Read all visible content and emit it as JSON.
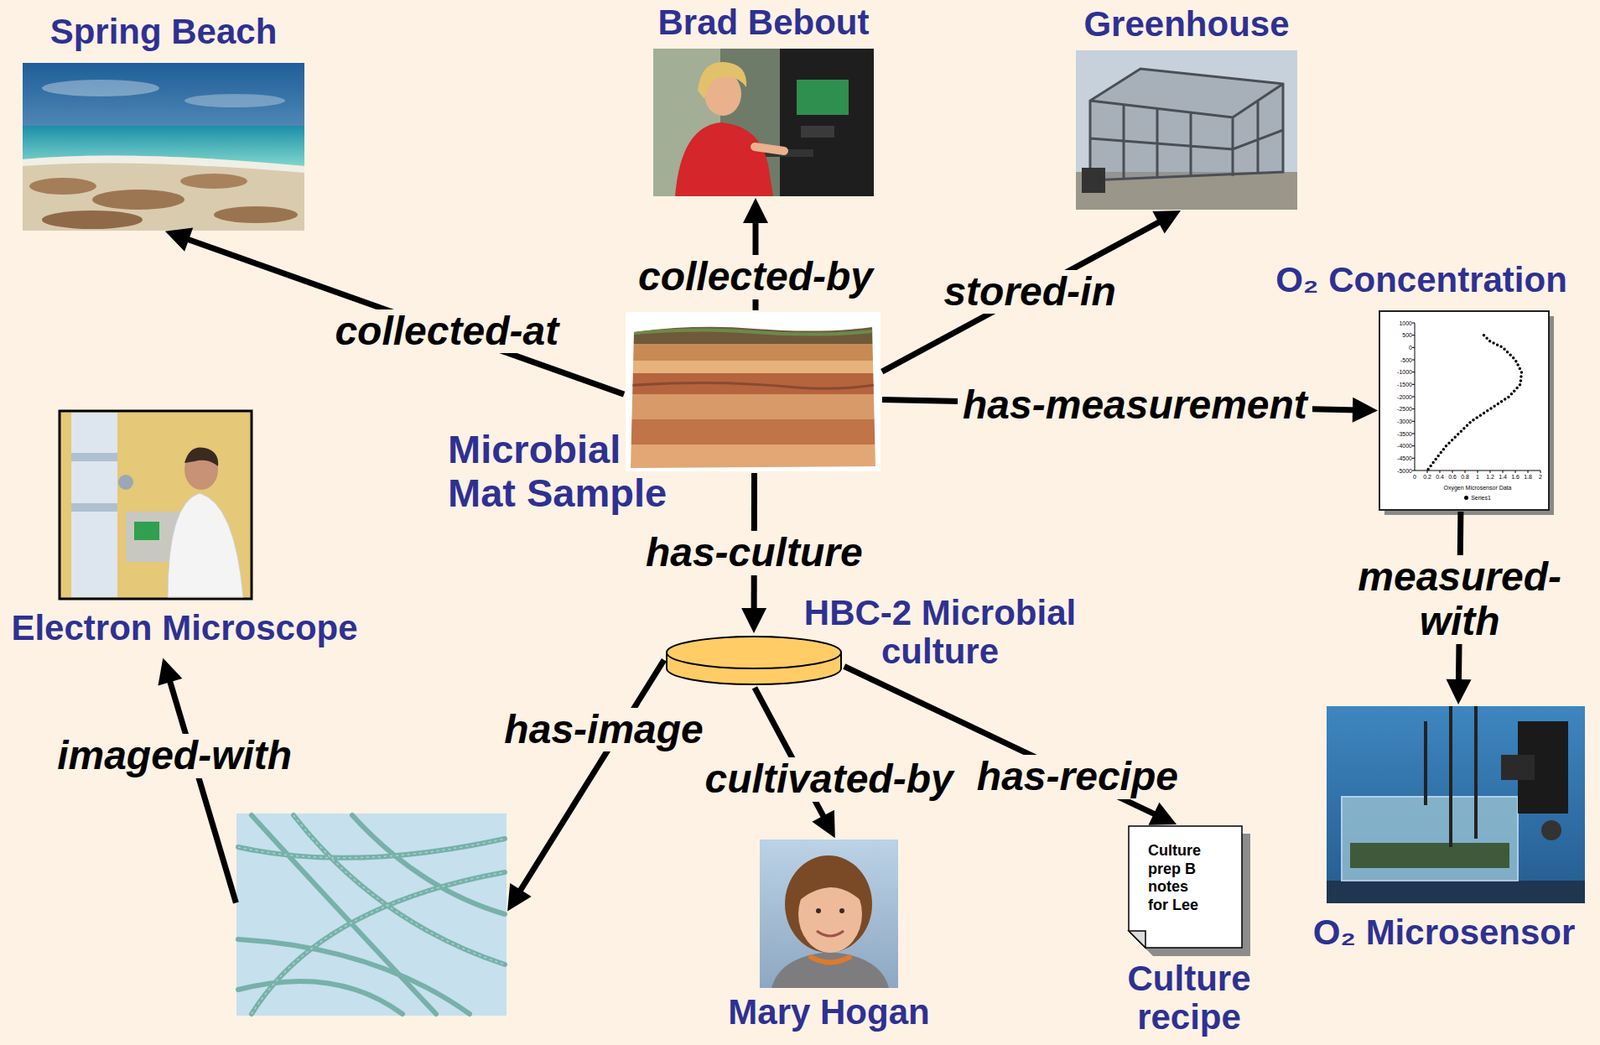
{
  "diagram": {
    "nodes": [
      {
        "text": [
          "Spring Beach"
        ]
      },
      {
        "text": [
          "Brad Bebout"
        ]
      },
      {
        "text": [
          "Greenhouse"
        ]
      },
      {
        "text": [
          "Microbial Mat Sample"
        ]
      },
      {
        "text": [
          "O₂ Concentration"
        ]
      },
      {
        "text": [
          "Electron Microscope"
        ]
      },
      {
        "text": [
          "HBC-2 Microbial culture"
        ]
      },
      {
        "text": []
      },
      {
        "text": [
          "Mary Hogan"
        ]
      },
      {
        "text": [
          "Culture prep B notes for Lee",
          "Culture recipe"
        ]
      },
      {
        "text": [
          "O₂ Microsensor"
        ]
      }
    ],
    "edges": [
      {
        "from": 3,
        "to": 0,
        "label": "collected-at",
        "arrow": "to"
      },
      {
        "from": 3,
        "to": 1,
        "label": "collected-by",
        "arrow": "to"
      },
      {
        "from": 3,
        "to": 2,
        "label": "stored-in",
        "arrow": "to"
      },
      {
        "from": 3,
        "to": 4,
        "label": "has-measurement",
        "arrow": "to"
      },
      {
        "from": 3,
        "to": 6,
        "label": "has-culture",
        "arrow": "to"
      },
      {
        "from": 4,
        "to": 10,
        "label": "measured-with",
        "arrow": "to"
      },
      {
        "from": 7,
        "to": 5,
        "label": "imaged-with",
        "arrow": "to"
      },
      {
        "from": 6,
        "to": 7,
        "label": "has-image",
        "arrow": "to"
      },
      {
        "from": 6,
        "to": 8,
        "label": "cultivated-by",
        "arrow": "to"
      },
      {
        "from": 6,
        "to": 9,
        "label": "has-recipe",
        "arrow": "to"
      }
    ],
    "labels": [
      "1000",
      "500",
      "0",
      "-500",
      "-1000",
      "-1500",
      "-2000",
      "-2500",
      "-3000",
      "-3500",
      "-4000",
      "-4500",
      "-5000",
      "0",
      "0.2",
      "0.4",
      "0.6",
      "0.8",
      "1",
      "1.2",
      "1.4",
      "1.6",
      "1.8",
      "2",
      "Oxygen Microsensor Data"
    ],
    "legend": [
      {
        "text": "Series1"
      }
    ]
  }
}
